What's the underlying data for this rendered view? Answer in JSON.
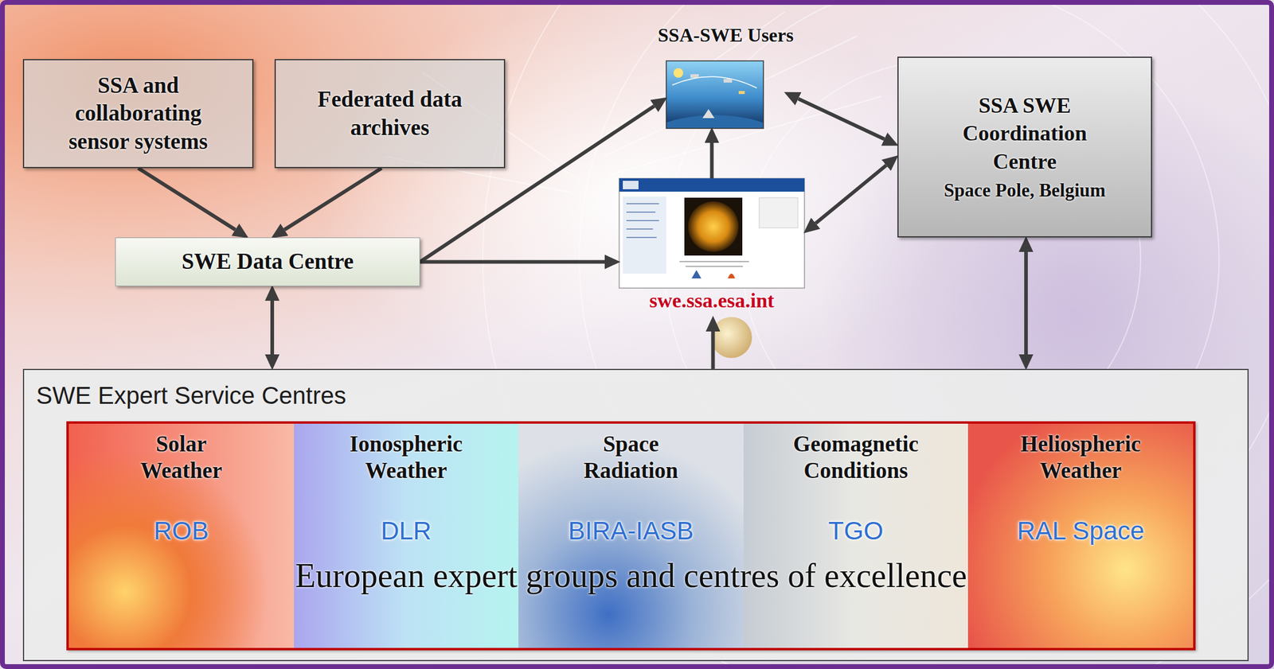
{
  "diagram": {
    "nodes": [
      {
        "text": [
          "SSA and collaborating sensor systems"
        ]
      },
      {
        "text": [
          "Federated data archives"
        ]
      },
      {
        "text": [
          "SSA-SWE Users"
        ]
      },
      {
        "text": [
          "SSA SWE Coordination Centre",
          "Space Pole, Belgium"
        ]
      },
      {
        "text": [
          "SWE Data Centre"
        ]
      },
      {
        "text": [
          "swe.ssa.esa.int"
        ]
      },
      {
        "text": [
          "SWE Expert Service Centres"
        ]
      },
      {
        "text": [
          "European expert groups and centres of excellence"
        ],
        "in": 6
      },
      {
        "text": [
          "Solar Weather",
          "ROB"
        ],
        "in": 7
      },
      {
        "text": [
          "Ionospheric Weather",
          "DLR"
        ],
        "in": 7
      },
      {
        "text": [
          "Space Radiation",
          "BIRA-IASB"
        ],
        "in": 7
      },
      {
        "text": [
          "Geomagnetic Conditions",
          "TGO"
        ],
        "in": 7
      },
      {
        "text": [
          "Heliospheric Weather",
          "RAL Space"
        ],
        "in": 7
      }
    ],
    "edges": [
      {
        "from": 0,
        "to": 4,
        "arrow": "to"
      },
      {
        "from": 1,
        "to": 4,
        "arrow": "to"
      },
      {
        "from": 4,
        "to": 2,
        "arrow": "to"
      },
      {
        "from": 4,
        "to": 5,
        "arrow": "to"
      },
      {
        "from": 5,
        "to": 2,
        "arrow": "to"
      },
      {
        "from": 2,
        "to": 3,
        "arrow": "both"
      },
      {
        "from": 5,
        "to": 3,
        "arrow": "both"
      },
      {
        "from": 4,
        "to": 6,
        "arrow": "both"
      },
      {
        "from": 6,
        "to": 5,
        "arrow": "to"
      },
      {
        "from": 3,
        "to": 6,
        "arrow": "both"
      }
    ]
  }
}
